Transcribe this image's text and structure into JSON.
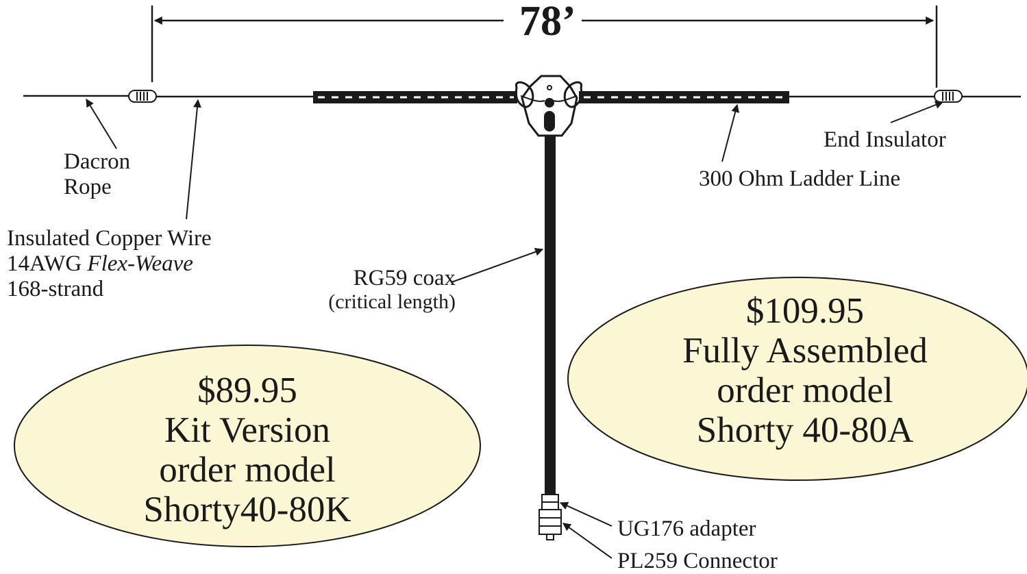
{
  "dimension": {
    "length": "78’"
  },
  "labels": {
    "dacron_rope": [
      "Dacron",
      "Rope"
    ],
    "insulated_wire": {
      "line1": "Insulated Copper Wire",
      "line2_prefix": "14AWG ",
      "line2_italic": "Flex-Weave",
      "line3": "168-strand"
    },
    "coax": [
      "RG59 coax",
      "(critical length)"
    ],
    "end_insulator": "End Insulator",
    "ladder_line": "300 Ohm Ladder Line",
    "ug176": "UG176 adapter",
    "pl259": "PL259 Connector"
  },
  "offers": {
    "kit": {
      "price": "$89.95",
      "line1": "Kit Version",
      "line2": "order model",
      "line3": "Shorty40-80K"
    },
    "assembled": {
      "price": "$109.95",
      "line1": "Fully Assembled",
      "line2": "order model",
      "line3": "Shorty 40-80A"
    }
  },
  "colors": {
    "line": "#1a1a1a",
    "ellipse_fill": "#fbf6d3"
  }
}
